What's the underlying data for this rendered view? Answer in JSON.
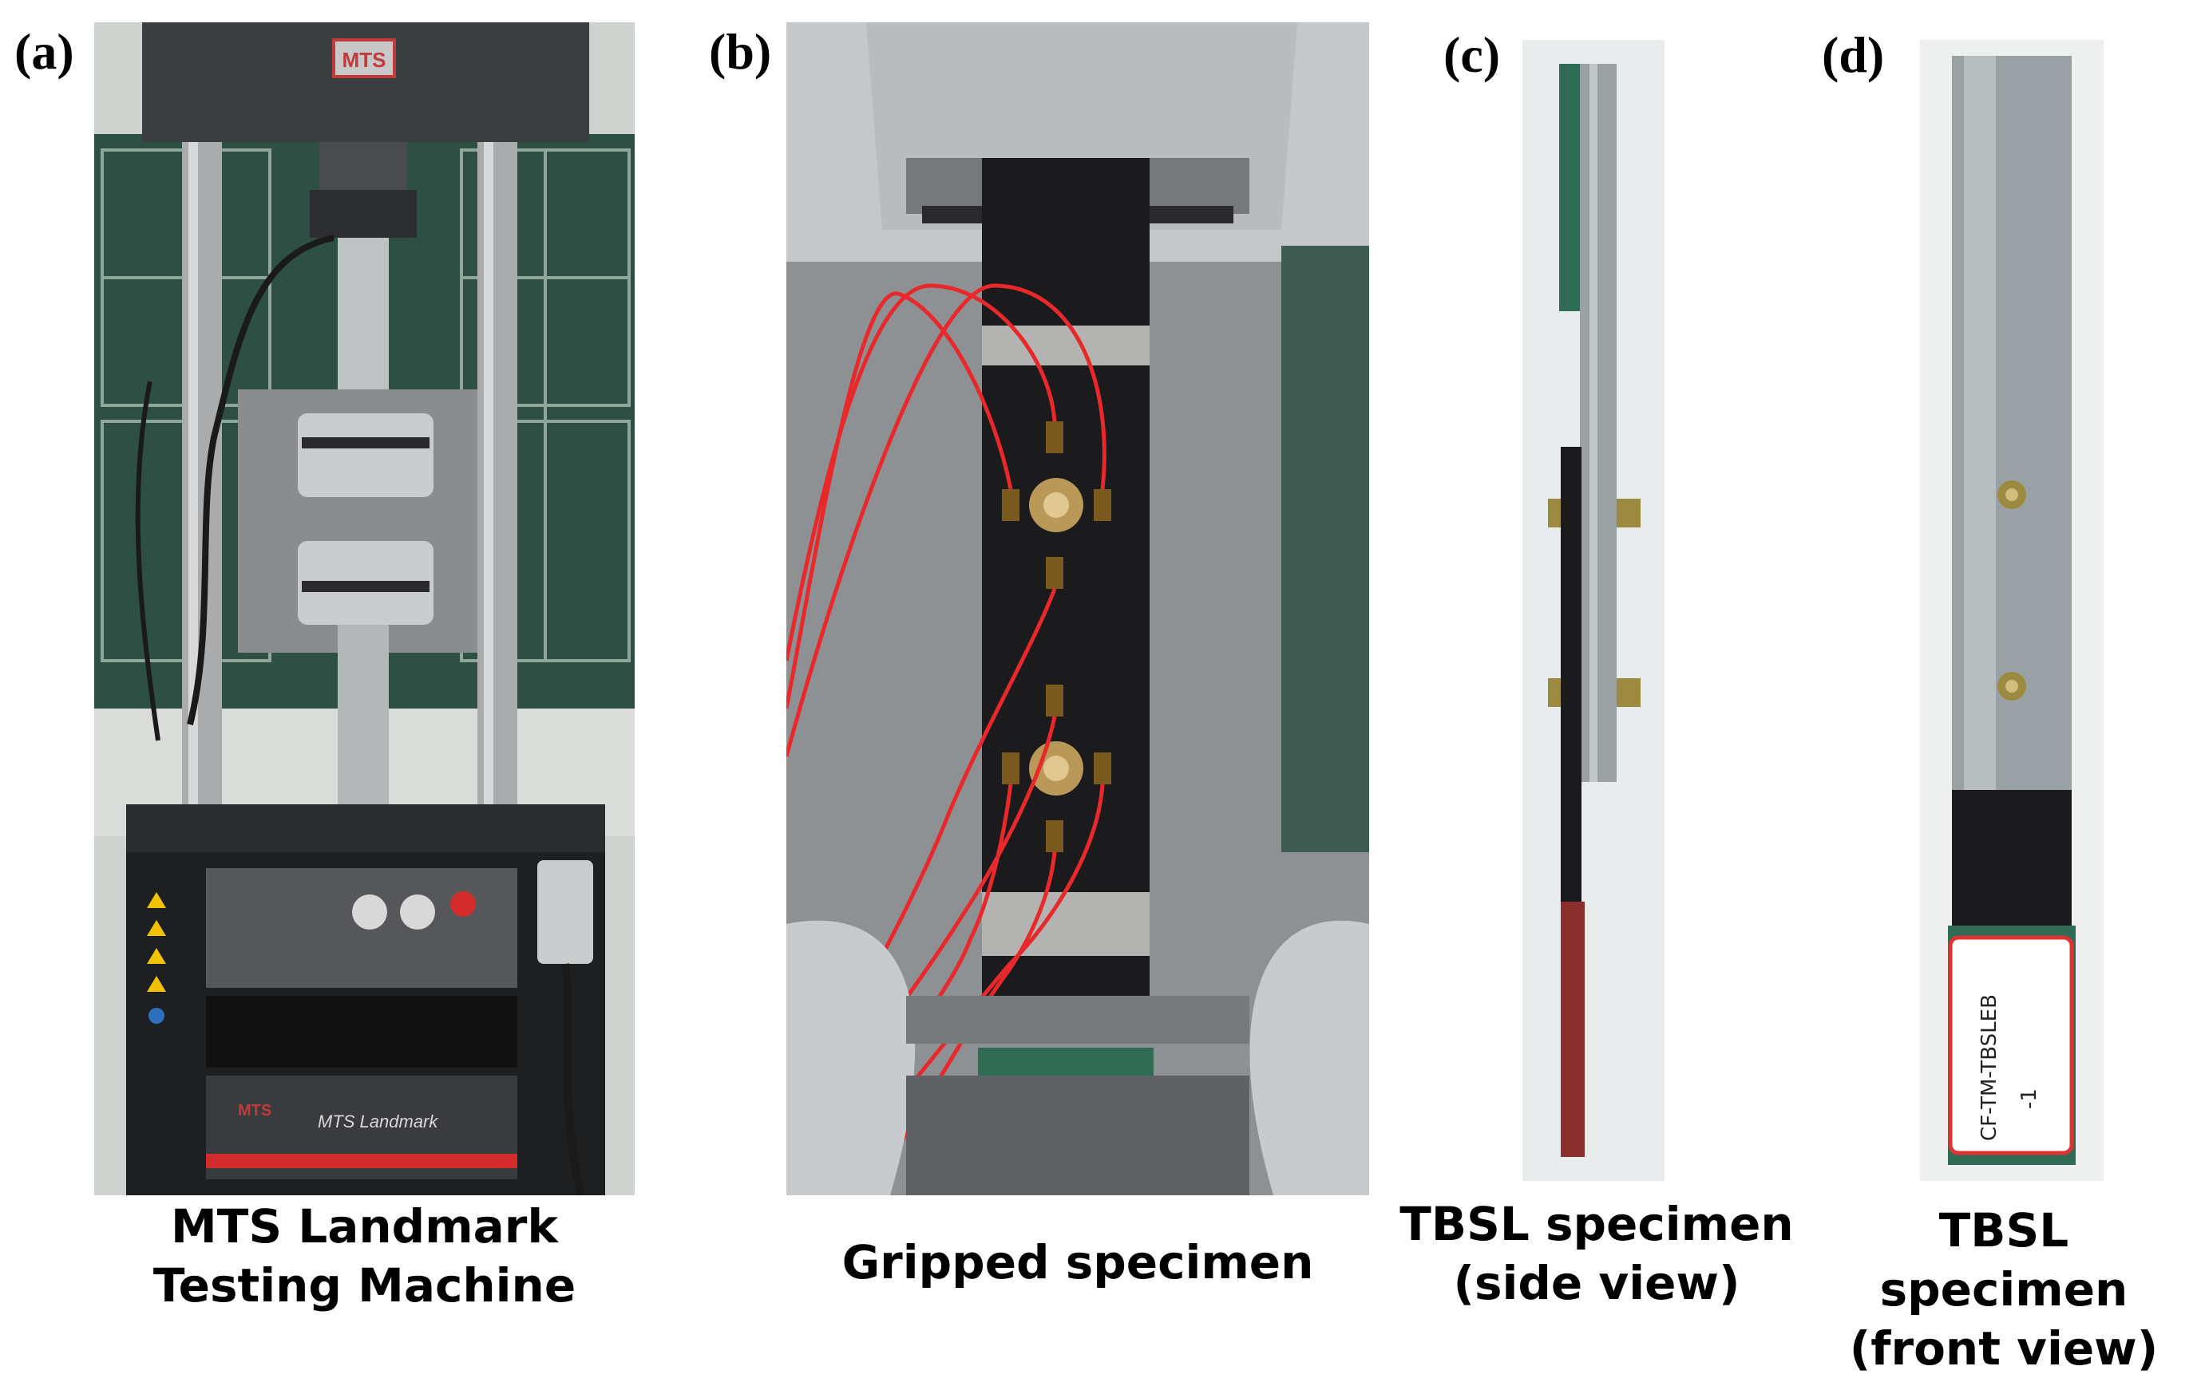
{
  "panels": [
    {
      "letter": "(a)",
      "caption_line1": "MTS Landmark",
      "caption_line2": "Testing Machine",
      "logo_text": "MTS",
      "front_logo": "MTS",
      "front_brand": "MTS Landmark"
    },
    {
      "letter": "(b)",
      "caption_line1": "Gripped specimen"
    },
    {
      "letter": "(c)",
      "caption_line1": "TBSL specimen",
      "caption_line2": "(side view)"
    },
    {
      "letter": "(d)",
      "caption_line1": "TBSL specimen",
      "caption_line2": "(front view)",
      "label_text": "CF-TM-TBSLEB",
      "label_text2": "-1"
    }
  ],
  "colors": {
    "machine_frame": "#3c3d40",
    "column": "#a9abad",
    "wire_red": "#e8282a",
    "cfrp_black": "#1b1b1d",
    "steel": "#9aa1a4",
    "green_tab": "#2f6b55"
  }
}
